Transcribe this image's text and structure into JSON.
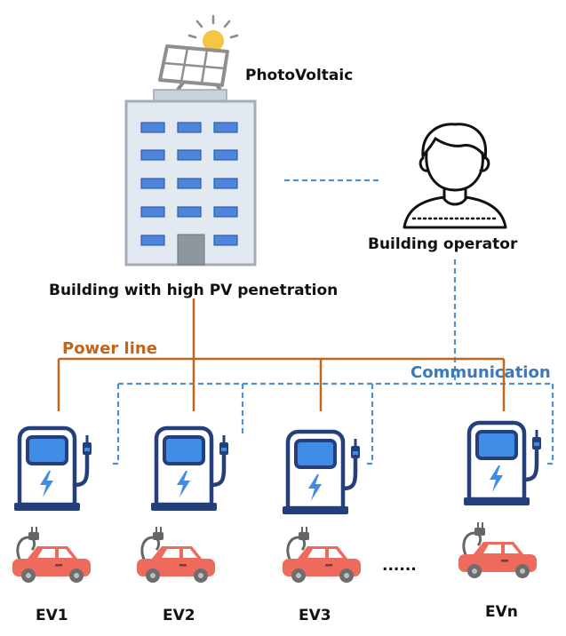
{
  "labels": {
    "pv": "PhotoVoltaic",
    "building": "Building with high PV penetration",
    "operator": "Building operator",
    "power_line": "Power line",
    "communication": "Communication",
    "ellipsis": "......"
  },
  "stations": [
    {
      "label": "EV1"
    },
    {
      "label": "EV2"
    },
    {
      "label": "EV3"
    },
    {
      "label": "EVn"
    }
  ],
  "colors": {
    "power_line": "#c0651a",
    "communication": "#4f8fcf",
    "station_body": "#253f7a",
    "station_screen": "#3f8de6",
    "car_body": "#ee6a5c",
    "building_facade": "#dfe6ef",
    "window": "#4f86dd",
    "label_text": "#111111"
  }
}
